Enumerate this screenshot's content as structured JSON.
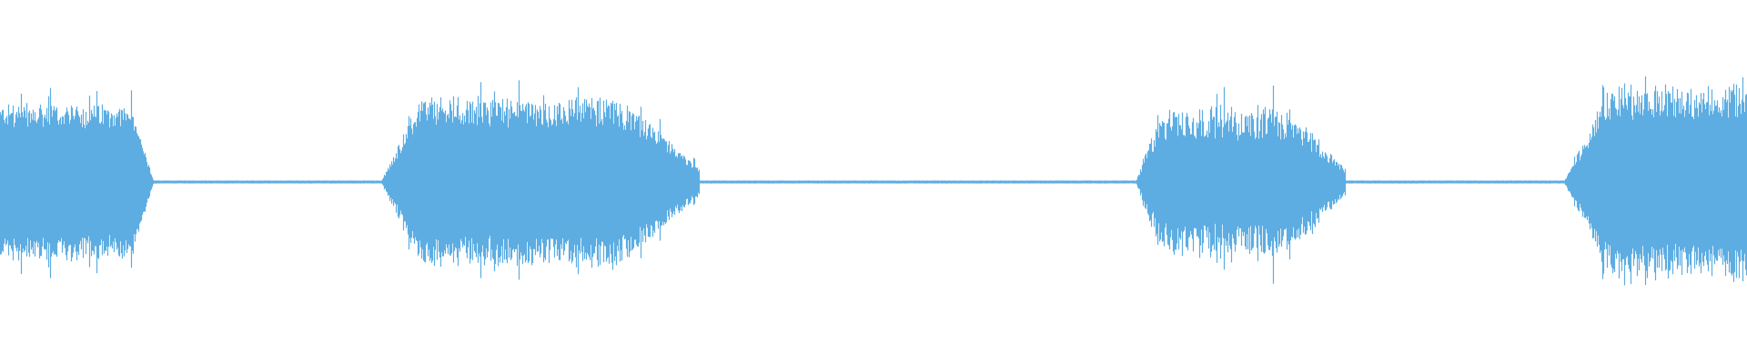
{
  "waveform": {
    "color": "#5dade2",
    "background": "#ffffff",
    "segments": [
      {
        "start": 0.0,
        "end": 0.088,
        "peak": 0.44,
        "floor": 0.22
      },
      {
        "start": 0.218,
        "end": 0.4,
        "peak": 0.48,
        "floor": 0.2
      },
      {
        "start": 0.65,
        "end": 0.77,
        "peak": 0.43,
        "floor": 0.1
      },
      {
        "start": 0.895,
        "end": 1.0,
        "peak": 0.54,
        "floor": 0.24
      }
    ],
    "silence_level": 0.008
  }
}
